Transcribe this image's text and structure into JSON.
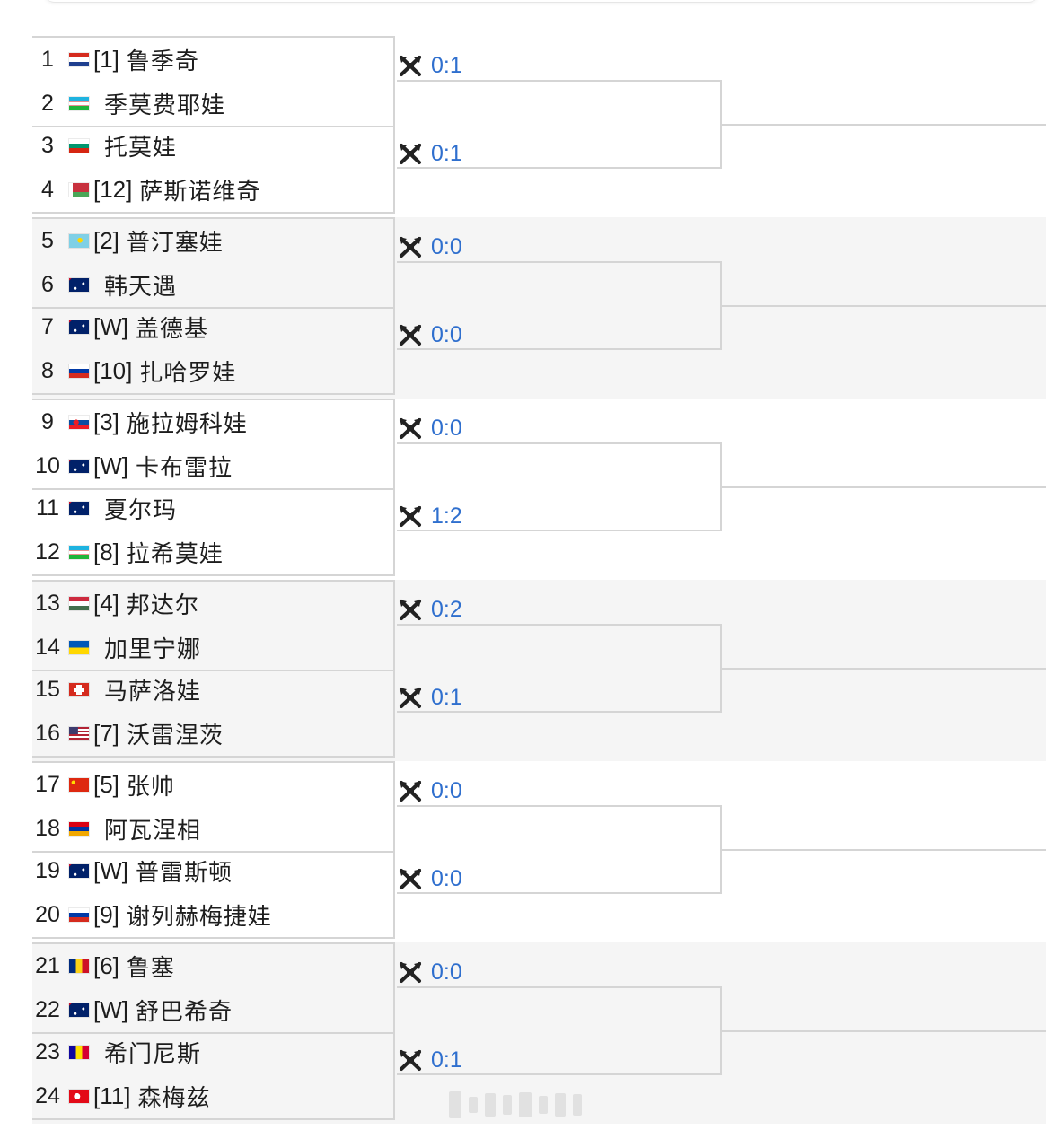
{
  "colors": {
    "score": "#2f6fce",
    "line": "#d5d5d5",
    "shade": "#f5f5f5",
    "text": "#1d1d1d"
  },
  "groups": [
    {
      "matches": [
        {
          "score": "0:1",
          "players": [
            {
              "num": "1",
              "flag": "croatia",
              "seed": "[1]",
              "name": "鲁季奇"
            },
            {
              "num": "2",
              "flag": "uzbekistan",
              "seed": "",
              "name": "季莫费耶娃"
            }
          ]
        },
        {
          "score": "0:1",
          "players": [
            {
              "num": "3",
              "flag": "bulgaria",
              "seed": "",
              "name": "托莫娃"
            },
            {
              "num": "4",
              "flag": "belarus",
              "seed": "[12]",
              "name": "萨斯诺维奇"
            }
          ]
        }
      ]
    },
    {
      "matches": [
        {
          "score": "0:0",
          "players": [
            {
              "num": "5",
              "flag": "kazakhstan",
              "seed": "[2]",
              "name": "普汀塞娃"
            },
            {
              "num": "6",
              "flag": "australia",
              "seed": "",
              "name": "韩天遇"
            }
          ]
        },
        {
          "score": "0:0",
          "players": [
            {
              "num": "7",
              "flag": "australia",
              "seed": "[W]",
              "name": "盖德基"
            },
            {
              "num": "8",
              "flag": "russia",
              "seed": "[10]",
              "name": "扎哈罗娃"
            }
          ]
        }
      ]
    },
    {
      "matches": [
        {
          "score": "0:0",
          "players": [
            {
              "num": "9",
              "flag": "slovakia",
              "seed": "[3]",
              "name": "施拉姆科娃"
            },
            {
              "num": "10",
              "flag": "australia",
              "seed": "[W]",
              "name": "卡布雷拉"
            }
          ]
        },
        {
          "score": "1:2",
          "players": [
            {
              "num": "11",
              "flag": "australia",
              "seed": "",
              "name": "夏尔玛"
            },
            {
              "num": "12",
              "flag": "uzbekistan",
              "seed": "[8]",
              "name": "拉希莫娃"
            }
          ]
        }
      ]
    },
    {
      "matches": [
        {
          "score": "0:2",
          "players": [
            {
              "num": "13",
              "flag": "hungary",
              "seed": "[4]",
              "name": "邦达尔"
            },
            {
              "num": "14",
              "flag": "ukraine",
              "seed": "",
              "name": "加里宁娜"
            }
          ]
        },
        {
          "score": "0:1",
          "players": [
            {
              "num": "15",
              "flag": "switzerland",
              "seed": "",
              "name": "马萨洛娃"
            },
            {
              "num": "16",
              "flag": "usa",
              "seed": "[7]",
              "name": "沃雷涅茨"
            }
          ]
        }
      ]
    },
    {
      "matches": [
        {
          "score": "0:0",
          "players": [
            {
              "num": "17",
              "flag": "china",
              "seed": "[5]",
              "name": "张帅"
            },
            {
              "num": "18",
              "flag": "armenia",
              "seed": "",
              "name": "阿瓦涅相"
            }
          ]
        },
        {
          "score": "0:0",
          "players": [
            {
              "num": "19",
              "flag": "australia",
              "seed": "[W]",
              "name": "普雷斯顿"
            },
            {
              "num": "20",
              "flag": "russia",
              "seed": "[9]",
              "name": "谢列赫梅捷娃"
            }
          ]
        }
      ]
    },
    {
      "matches": [
        {
          "score": "0:0",
          "players": [
            {
              "num": "21",
              "flag": "romania",
              "seed": "[6]",
              "name": "鲁塞"
            },
            {
              "num": "22",
              "flag": "australia",
              "seed": "[W]",
              "name": "舒巴希奇"
            }
          ]
        },
        {
          "score": "0:1",
          "players": [
            {
              "num": "23",
              "flag": "andorra",
              "seed": "",
              "name": "希门尼斯"
            },
            {
              "num": "24",
              "flag": "turkey",
              "seed": "[11]",
              "name": "森梅兹"
            }
          ]
        }
      ]
    }
  ]
}
